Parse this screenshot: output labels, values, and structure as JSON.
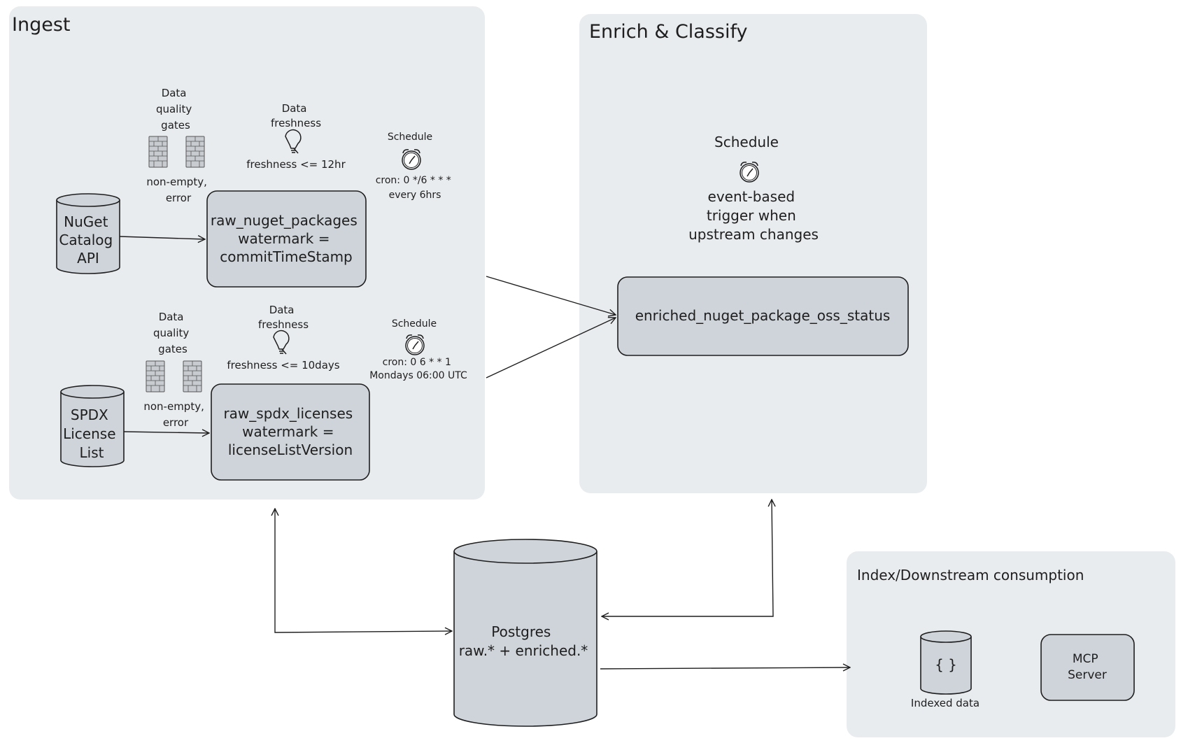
{
  "ingest": {
    "title": "Ingest",
    "nuget": {
      "source": [
        "NuGet",
        "Catalog",
        "API"
      ],
      "quality_label": [
        "Data",
        "quality",
        "gates"
      ],
      "quality_rules": [
        "non-empty,",
        "error"
      ],
      "freshness_label": [
        "Data",
        "freshness"
      ],
      "freshness_rule": "freshness <= 12hr",
      "schedule_label": "Schedule",
      "schedule_rule": [
        "cron: 0 */6 * * *",
        "every 6hrs"
      ],
      "table": [
        "raw_nuget_packages",
        "watermark =",
        "commitTimeStamp"
      ]
    },
    "spdx": {
      "source": [
        "SPDX",
        "License",
        "List"
      ],
      "quality_label": [
        "Data",
        "quality",
        "gates"
      ],
      "quality_rules": [
        "non-empty,",
        "error"
      ],
      "freshness_label": [
        "Data",
        "freshness"
      ],
      "freshness_rule": "freshness <= 10days",
      "schedule_label": "Schedule",
      "schedule_rule": [
        "cron: 0 6 * * 1",
        "Mondays 06:00 UTC"
      ],
      "table": [
        "raw_spdx_licenses",
        "watermark =",
        "licenseListVersion"
      ]
    }
  },
  "enrich": {
    "title": "Enrich & Classify",
    "schedule_label": "Schedule",
    "schedule_rule": [
      "event-based",
      "trigger when",
      "upstream changes"
    ],
    "table": "enriched_nuget_package_oss_status"
  },
  "storage": {
    "db": [
      "Postgres",
      "raw.* + enriched.*"
    ]
  },
  "downstream": {
    "title": "Index/Downstream consumption",
    "index_icon": "{ }",
    "index_label": "Indexed data",
    "server": [
      "MCP",
      "Server"
    ]
  },
  "icons": [
    "firewall-icon",
    "lightbulb-icon",
    "alarm-clock-icon",
    "database-icon",
    "braces-icon"
  ]
}
